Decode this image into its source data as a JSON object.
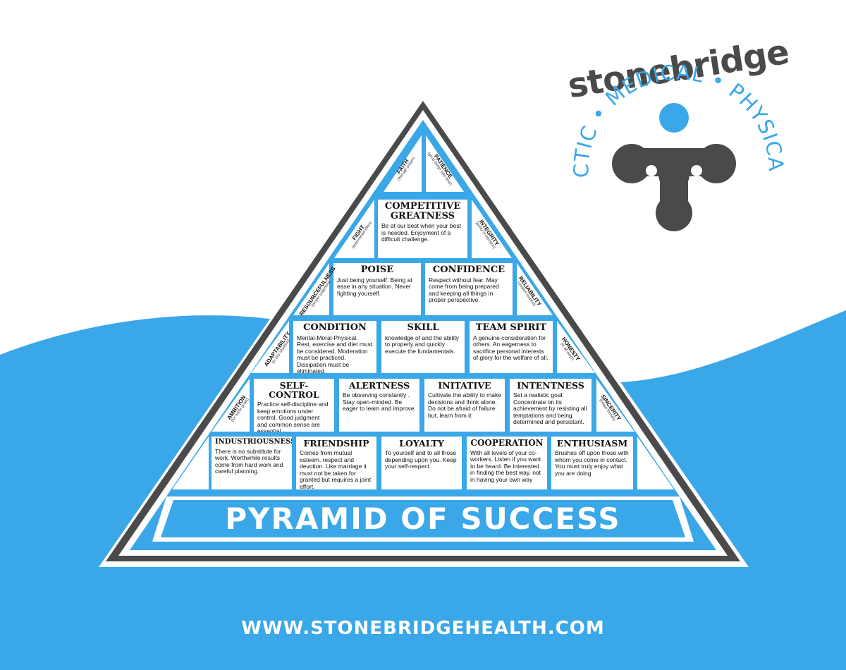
{
  "colors": {
    "blue": "#3aa7e8",
    "dark": "#4a4a4a",
    "white": "#ffffff"
  },
  "logo": {
    "word": "stonebridge",
    "arc_text": "CHIROPRACTIC • MEDICAL • PHYSICAL THERAPY"
  },
  "pyramid": {
    "apex": [
      {
        "label": "FAITH",
        "sub": "(through prayer)"
      },
      {
        "label": "PATIENCE",
        "sub": "(good things take time)"
      }
    ],
    "rows": [
      [
        {
          "title": "COMPETITIVE GREATNESS",
          "desc": "Be at our best when your best is needed. Enjoyment of a difficult challenge."
        }
      ],
      [
        {
          "title": "POISE",
          "desc": "Just being yourself. Being at ease in any situation. Never fighting yourself."
        },
        {
          "title": "CONFIDENCE",
          "desc": "Respect without fear. May come from being prepared and keeping all things in proper perspective."
        }
      ],
      [
        {
          "title": "CONDITION",
          "desc": "Mental-Moral-Physical. Rest, exercise and diet must be considered. Moderation must be practiced. Dissipation must be eliminated."
        },
        {
          "title": "SKILL",
          "desc": "knowledge of and the ability to properly and quickly execute the fundamentals."
        },
        {
          "title": "TEAM SPIRIT",
          "desc": "A genuine consideration for others. An eagerness to sacrifice personal interests of glory for the welfare of all."
        }
      ],
      [
        {
          "title": "SELF-CONTROL",
          "desc": "Practice self-discipline and keep emotions under control. Good judgment and common sense are essential."
        },
        {
          "title": "ALERTNESS",
          "desc": "Be observing constantly . Stay open-minded. Be eager to learn and improve."
        },
        {
          "title": "INITATIVE",
          "desc": "Cultivate the ability to make decisions and think alone. Do not be afraid of failure but, learn from it."
        },
        {
          "title": "INTENTNESS",
          "desc": "Set a realistic goal. Concentrate on its achievement by resisting all temptations and being determined and persistant."
        }
      ],
      [
        {
          "title": "INDUSTRIOUSNESS",
          "desc": "There is no substitute for work. Worthwhile results come from hard work and careful planning."
        },
        {
          "title": "FRIENDSHIP",
          "desc": "Comes from mutual esteem, respect and devotion. Like marriage it must not be taken for granted but requires a joint effort."
        },
        {
          "title": "LOYALTY",
          "desc": "To yourself and to all those depending upon you. Keep your self-respect."
        },
        {
          "title": "COOPERATION",
          "desc": "With all levels of your co-workers. Listen if you want to be heard. Be interested in finding the best way, not in having your own way"
        },
        {
          "title": "ENTHUSIASM",
          "desc": "Brushes off upon those with whom you come in contact. You must truly enjoy what you are doing."
        }
      ]
    ],
    "left_side": [
      {
        "label": "FIGHT",
        "sub": "(determined effort)"
      },
      {
        "label": "RESOURCEFULNESS",
        "sub": "(proper judgment)"
      },
      {
        "label": "ADAPTABILITY",
        "sub": "(to any situation)"
      },
      {
        "label": "AMBITION",
        "sub": "(for noble goals)"
      }
    ],
    "right_side": [
      {
        "label": "INTEGRITY",
        "sub": "(purity of intention)"
      },
      {
        "label": "RELIABILITY",
        "sub": "(creates respect)"
      },
      {
        "label": "HONESTY",
        "sub": "(in all ways)"
      },
      {
        "label": "SINCERITY",
        "sub": "(keeps friends)"
      }
    ],
    "banner": "PYRAMID OF SUCCESS"
  },
  "footer": {
    "url": "WWW.STONEBRIDGEHEALTH.COM"
  }
}
